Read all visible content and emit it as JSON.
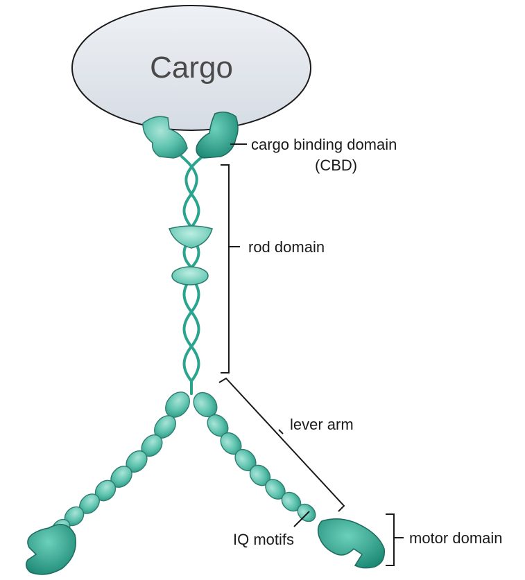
{
  "cargo": {
    "label": "Cargo"
  },
  "labels": {
    "cbd_line1": "cargo binding domain",
    "cbd_line2": "(CBD)",
    "rod": "rod domain",
    "lever": "lever arm",
    "iq": "IQ motifs",
    "motor": "motor domain"
  },
  "colors": {
    "cargo_fill": "#dfe4ea",
    "cargo_stroke": "#1a1a1a",
    "protein_light": "#7fd3c2",
    "protein_mid": "#4dbba6",
    "protein_dark": "#2a9a86",
    "annotation_line": "#1a1a1a"
  }
}
